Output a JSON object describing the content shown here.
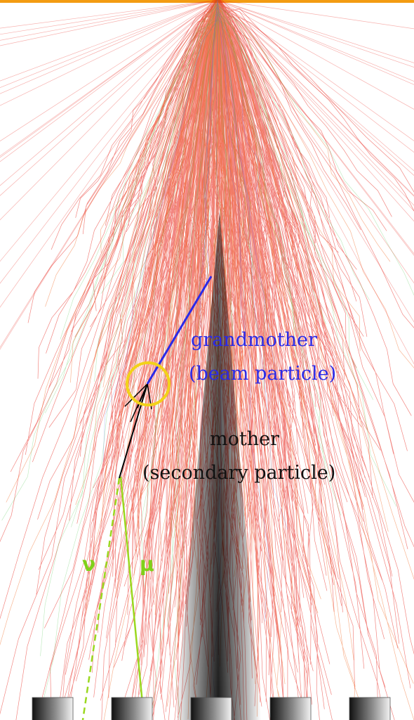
{
  "labels": {
    "grandmother": {
      "line1": "grandmother",
      "line2": "(beam particle)"
    },
    "mother": {
      "line1": "mother",
      "line2": "(secondary particle)"
    },
    "neutrino": "ν",
    "muon": "μ"
  },
  "colors": {
    "top_bar": "#f39c12",
    "shower_track": "#e8231a",
    "shower_track_alt": "#f05a10",
    "minor_track_green": "#3bbf3b",
    "minor_track_blue": "#5060e0",
    "grandmother_track": "#2a2ae8",
    "grandmother_label": "#2a2ae8",
    "interaction_circle": "#f2d21a",
    "mother_track": "#000000",
    "mother_label": "#111111",
    "lepton_tracks": "#9ad81f",
    "lepton_labels": "#7fd11a"
  },
  "detectors": {
    "count": 5
  },
  "icons": {
    "interaction_vertex": "circle-outline",
    "detector": "gradient-cylinder"
  }
}
